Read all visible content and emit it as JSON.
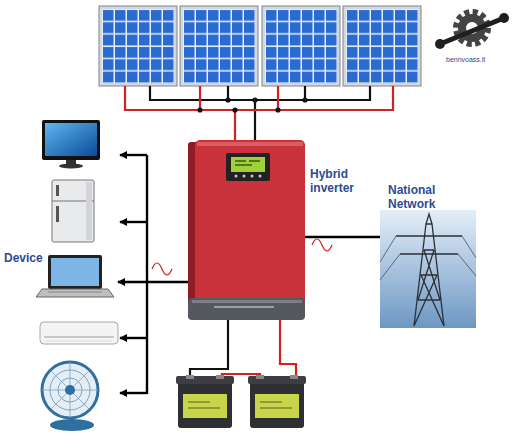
{
  "diagram": {
    "nodes": [
      {
        "text": [
          "Hybrid inverter"
        ]
      },
      {
        "text": [
          "National Network"
        ]
      },
      {
        "text": [
          "Device"
        ]
      }
    ],
    "edges": [
      {
        "from": 0,
        "to": 1,
        "arrow": "none"
      },
      {
        "from": 0,
        "to": 2,
        "arrow": "to"
      }
    ],
    "labels": [
      "bennvoass.it"
    ]
  }
}
